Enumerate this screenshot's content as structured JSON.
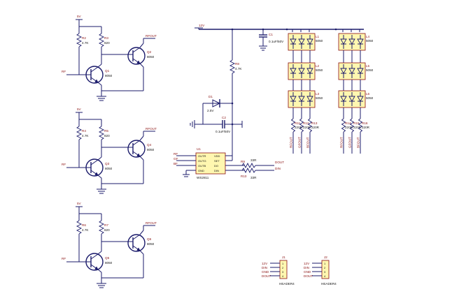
{
  "stages": [
    {
      "vcc": "5V",
      "r_bias": "R2",
      "r_bias_val": "4.7K",
      "r_coll": "R3",
      "r_coll_val": "820",
      "q_in": "Q1",
      "q_in_val": "8050",
      "q_out": "Q2",
      "q_out_val": "8050",
      "input": "RF",
      "output": "RFOUT"
    },
    {
      "vcc": "5V",
      "r_bias": "R4",
      "r_bias_val": "4.7K",
      "r_coll": "R5",
      "r_coll_val": "820",
      "q_in": "Q3",
      "q_in_val": "8050",
      "q_out": "Q4",
      "q_out_val": "8050",
      "input": "RF",
      "output": "RFOUT"
    },
    {
      "vcc": "5V",
      "r_bias": "R6",
      "r_bias_val": "4.7K",
      "r_coll": "R7",
      "r_coll_val": "820",
      "q_in": "Q5",
      "q_in_val": "8050",
      "q_out": "Q6",
      "q_out_val": "8050",
      "input": "RF",
      "output": "RFOUT"
    }
  ],
  "power": {
    "net": "12V",
    "cap": "C1",
    "cap_val": "0.1uF/50V",
    "r": "R8",
    "r_val": "4.7K",
    "diode": "D1",
    "diode_val": "2.5V",
    "cap2": "C2",
    "cap2_val": "0.1uF/50V"
  },
  "ic": {
    "ref": "U1",
    "part": "WS2811",
    "left_pins": [
      "OUTR",
      "OUTG",
      "OUTB",
      "GND"
    ],
    "right_pins": [
      "VDD",
      "SET",
      "DO",
      "DIN"
    ],
    "left_nets": [
      "RF",
      "GF",
      "BF",
      ""
    ],
    "r_out": "R9",
    "r_out_val": "33R",
    "r_in": "R10",
    "r_in_val": "33R",
    "out_net": "DOUT",
    "in_net": "DIN"
  },
  "led_banks": [
    {
      "refs": [
        "L1",
        "L2",
        "L3"
      ],
      "val": "5050"
    },
    {
      "refs": [
        "L4",
        "L5",
        "L6"
      ],
      "val": "5050"
    }
  ],
  "led_resistors": [
    {
      "ref": "R11",
      "val": "220R",
      "net": "RFOUT"
    },
    {
      "ref": "R12",
      "val": "220R",
      "net": "GFOUT"
    },
    {
      "ref": "R13",
      "val": "220R",
      "net": "BFOUT"
    },
    {
      "ref": "R14",
      "val": "220R",
      "net": "RFOUT"
    },
    {
      "ref": "R15",
      "val": "220R",
      "net": "GFOUT"
    },
    {
      "ref": "R16",
      "val": "220R",
      "net": "BFOUT"
    }
  ],
  "headers": [
    {
      "ref": "J1",
      "nets": [
        "12V",
        "DIN",
        "GND",
        "DOUT"
      ],
      "pins": [
        "1",
        "2",
        "3",
        "4"
      ],
      "name": "HEADER4"
    },
    {
      "ref": "J2",
      "nets": [
        "12V",
        "DIN",
        "GND",
        "DOUT"
      ],
      "pins": [
        "1",
        "2",
        "3",
        "4"
      ],
      "name": "HEADER4"
    }
  ]
}
